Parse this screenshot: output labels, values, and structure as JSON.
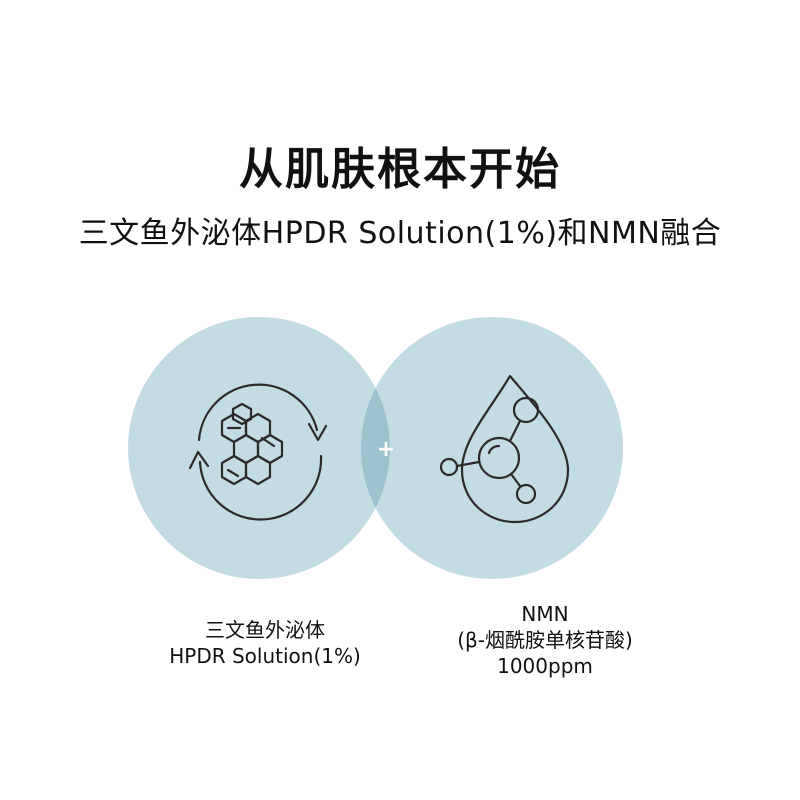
{
  "headline": "从肌肤根本开始",
  "subhead": "三文鱼外泌体HPDR Solution(1%)和NMN融合",
  "colors": {
    "circle_fill": "#bdd8e0",
    "overlap_fill": "#9ec3cf",
    "icon_stroke": "#2a2a2a"
  },
  "left_item": {
    "icon": "hexagon-molecule-cycle-icon",
    "line1": "三文鱼外泌体",
    "line2": "HPDR Solution(1%)"
  },
  "plus_sign": "+",
  "right_item": {
    "icon": "water-drop-molecule-icon",
    "line1": "NMN",
    "line2": "(β-烟酰胺单核苷酸)",
    "line3": "1000ppm"
  }
}
